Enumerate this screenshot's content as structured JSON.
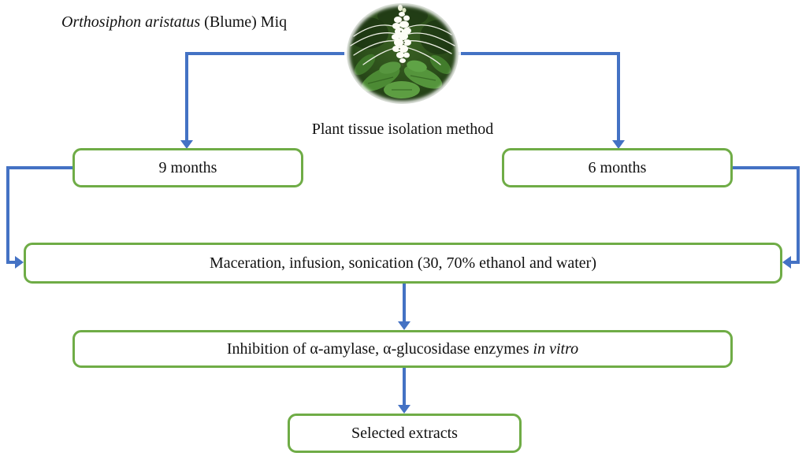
{
  "colors": {
    "box_border": "#6fac46",
    "arrow_blue": "#4472c4",
    "text": "#111111"
  },
  "title": {
    "species": "Orthosiphon aristatus",
    "authority": " (Blume) Miq"
  },
  "plant": {
    "icon": "orthosiphon-plant-photo",
    "caption": "Plant tissue isolation method"
  },
  "boxes": {
    "nine_months": "9 months",
    "six_months": "6 months",
    "maceration": "Maceration, infusion, sonication (30, 70% ethanol and water)",
    "inhibition_text": "Inhibition of α-amylase, α-glucosidase enzymes ",
    "inhibition_italic": "in vitro",
    "selected_extracts": "Selected extracts"
  }
}
